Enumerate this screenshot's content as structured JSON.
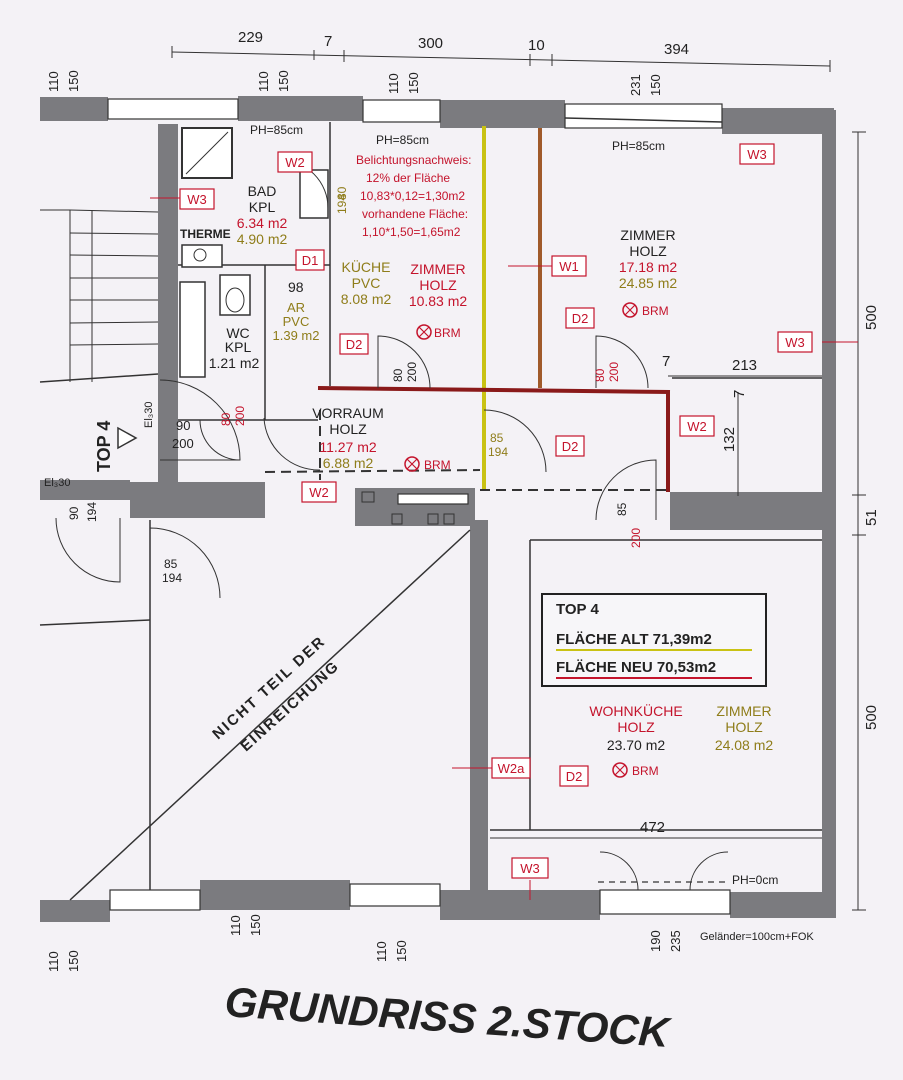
{
  "title": "GRUNDRISS 2.STOCK",
  "dimensions": {
    "top": [
      "229",
      "7",
      "300",
      "10",
      "394"
    ],
    "right": [
      "500",
      "51",
      "500"
    ],
    "inner": [
      "213",
      "7",
      "132",
      "7",
      "98",
      "472"
    ]
  },
  "window_marks": {
    "top": [
      "110",
      "150"
    ],
    "top_right": [
      "231",
      "150"
    ],
    "bottom": [
      "110",
      "150"
    ],
    "bottom_balcony": [
      "190",
      "235"
    ],
    "left": [
      "90",
      "194"
    ]
  },
  "door_marks": {
    "bath": [
      "80",
      "194"
    ],
    "kuche": [
      "80",
      "200"
    ],
    "zimmer_small": [
      "80",
      "200"
    ],
    "vorraum": [
      "85",
      "194"
    ],
    "stair": [
      "85",
      "194"
    ],
    "entry": [
      "90",
      "200"
    ],
    "bottom": [
      "85",
      "200"
    ],
    "wc": [
      "80",
      "200"
    ]
  },
  "labels": {
    "ph_left": "PH=85cm",
    "ph_mid": "PH=85cm",
    "ph_right": "PH=85cm",
    "ph_balcony": "PH=0cm",
    "gelaender": "Geländer=100cm+FOK",
    "therme": "THERME",
    "top4_side": "TOP 4",
    "el30_a": "El₃30",
    "el30_b": "El₃30",
    "nicht_line1": "NICHT TEIL DER",
    "nicht_line2": "EINREICHUNG"
  },
  "belichtung": [
    "Belichtungsnachweis:",
    "12% der Fläche",
    "10,83*0,12=1,30m2",
    "vorhandene Fläche:",
    "1,10*1,50=1,65m2"
  ],
  "rooms": [
    {
      "name": "BAD",
      "floor": "KPL",
      "area_new": "6.34 m2",
      "area_old": "4.90 m2"
    },
    {
      "name": "KÜCHE",
      "floor": "PVC",
      "area": "8.08 m2"
    },
    {
      "name": "ZIMMER",
      "floor": "HOLZ",
      "area": "10.83 m2"
    },
    {
      "name": "ZIMMER",
      "floor": "HOLZ",
      "area_new": "17.18 m2",
      "area_old": "24.85 m2"
    },
    {
      "name": "AR",
      "floor": "PVC",
      "area": "1.39 m2"
    },
    {
      "name": "WC",
      "floor": "KPL",
      "area": "1.21 m2"
    },
    {
      "name": "VORRAUM",
      "floor": "HOLZ",
      "area_new": "11.27 m2",
      "area_old": "6.88 m2"
    },
    {
      "name": "WOHNKÜCHE",
      "floor": "HOLZ",
      "area": "23.70 m2"
    },
    {
      "name": "ZIMMER",
      "floor": "HOLZ",
      "area": "24.08 m2"
    }
  ],
  "brm": "BRM",
  "tags": {
    "w1": "W1",
    "w2": "W2",
    "w2a": "W2a",
    "w3": "W3",
    "d1": "D1",
    "d2": "D2"
  },
  "summary": {
    "title": "TOP 4",
    "old": "FLÄCHE ALT 71,39m2",
    "new": "FLÄCHE NEU 70,53m2"
  },
  "colors": {
    "red": "#c4142c",
    "olive": "#8f7d1a",
    "wall": "#7b7b7f",
    "line": "#222222"
  }
}
